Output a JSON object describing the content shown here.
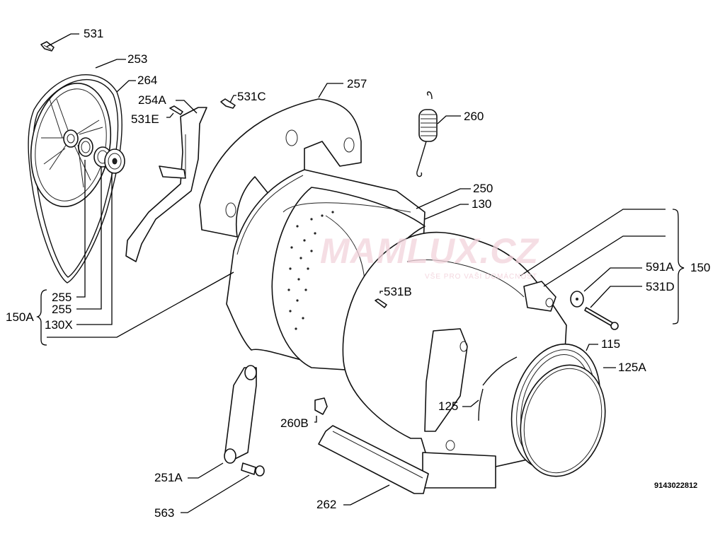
{
  "diagram": {
    "title": "Washing machine drum / tub assembly exploded view",
    "drawing_number": "9143022812",
    "watermark": {
      "brand": "MAMLUX.CZ",
      "tagline": "VŠE PRO VAŠI DOMÁCNOST"
    },
    "labels": {
      "p531": "531",
      "p253": "253",
      "p264": "264",
      "p254A": "254A",
      "p531E": "531E",
      "p531C": "531C",
      "p257": "257",
      "p260": "260",
      "p250": "250",
      "p130": "130",
      "p150": "150",
      "p591A": "591A",
      "p531D": "531D",
      "p531B": "531B",
      "p115": "115",
      "p125A": "125A",
      "p125": "125",
      "p150A": "150A",
      "p255a": "255",
      "p255b": "255",
      "p130X": "130X",
      "p260B": "260B",
      "p251A": "251A",
      "p563": "563",
      "p262": "262"
    },
    "colors": {
      "line": "#111111",
      "background": "#ffffff",
      "watermark": "#f2d3dc"
    }
  }
}
